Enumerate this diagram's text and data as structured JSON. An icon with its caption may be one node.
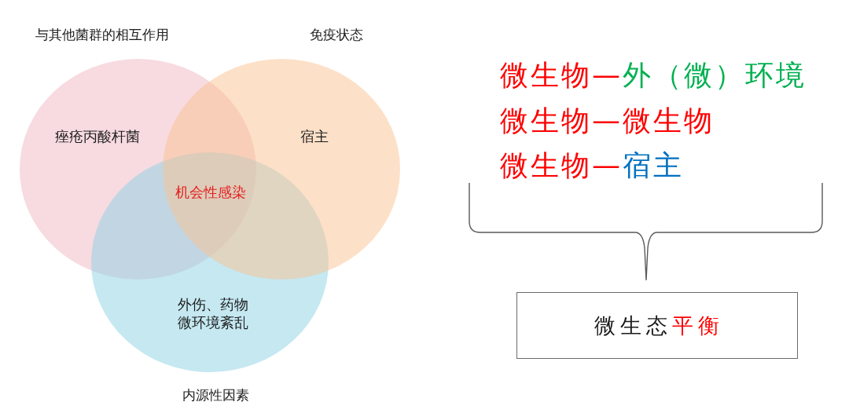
{
  "diagram": {
    "nodes": [
      {
        "text": [
          "与其他菌群的相互作用",
          "痤疮丙酸杆菌"
        ]
      },
      {
        "text": [
          "免疫状态",
          "宿主"
        ]
      },
      {
        "text": [
          "外伤、药物微环境紊乱",
          "内源性因素"
        ]
      },
      {
        "text": [
          "微生态平衡"
        ]
      }
    ],
    "labels": [
      "机会性感染",
      "微生物—外（微）环境",
      "微生物—微生物",
      "微生物—宿主"
    ]
  }
}
